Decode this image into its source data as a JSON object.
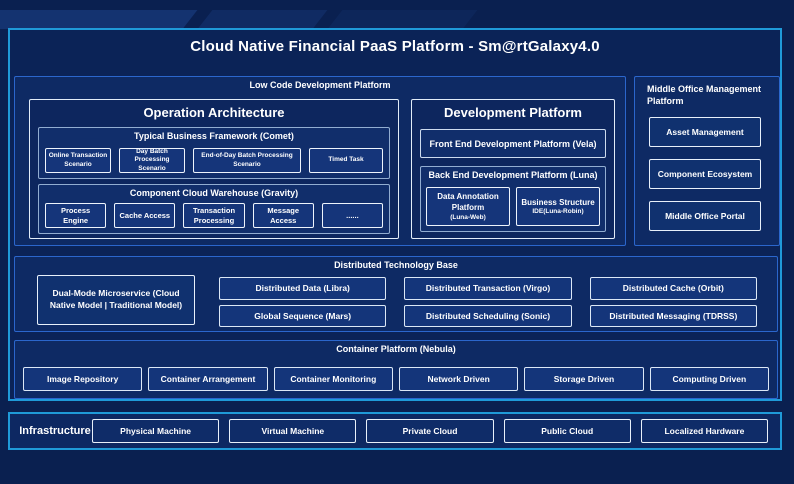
{
  "page": {
    "title": "Cloud Native Financial PaaS Platform - Sm@rtGalaxy4.0"
  },
  "colors": {
    "accent_cyan": "#1f9ad8",
    "section_border": "#2b66cc",
    "background_navy": "#0a2050",
    "box_fill": "#15357a"
  },
  "low_code": {
    "label": "Low Code Development Platform",
    "operation_architecture": {
      "title": "Operation Architecture",
      "typical_business_framework": {
        "title": "Typical Business Framework (Comet)",
        "items": [
          "Online Transaction Scenario",
          "Day Batch Processing Scenario",
          "End-of-Day Batch Processing Scenario",
          "Timed Task"
        ]
      },
      "component_cloud_warehouse": {
        "title": "Component Cloud Warehouse (Gravity)",
        "items": [
          "Process Engine",
          "Cache Access",
          "Transaction Processing",
          "Message Access",
          "......"
        ]
      }
    },
    "development_platform": {
      "title": "Development Platform",
      "front_end": "Front End Development Platform (Vela)",
      "back_end": {
        "title": "Back End Development Platform (Luna)",
        "items": [
          {
            "line1": "Data Annotation Platform",
            "line2": "(Luna-Web)"
          },
          {
            "line1": "Business Structure",
            "line2": "IDE(Luna-Robin)"
          }
        ]
      }
    }
  },
  "middle_office": {
    "label": "Middle Office Management Platform",
    "items": [
      "Asset Management",
      "Component Ecosystem",
      "Middle Office Portal"
    ]
  },
  "distributed": {
    "label": "Distributed Technology Base",
    "dual_mode": "Dual-Mode Microservice (Cloud Native Model | Traditional Model)",
    "items": [
      "Distributed Data (Libra)",
      "Global Sequence (Mars)",
      "Distributed Transaction (Virgo)",
      "Distributed Scheduling (Sonic)",
      "Distributed Cache (Orbit)",
      "Distributed Messaging (TDRSS)"
    ]
  },
  "container_platform": {
    "label": "Container Platform (Nebula)",
    "items": [
      "Image Repository",
      "Container Arrangement",
      "Container Monitoring",
      "Network Driven",
      "Storage Driven",
      "Computing Driven"
    ]
  },
  "infrastructure": {
    "label": "Infrastructure",
    "items": [
      "Physical Machine",
      "Virtual Machine",
      "Private Cloud",
      "Public Cloud",
      "Localized Hardware"
    ]
  }
}
